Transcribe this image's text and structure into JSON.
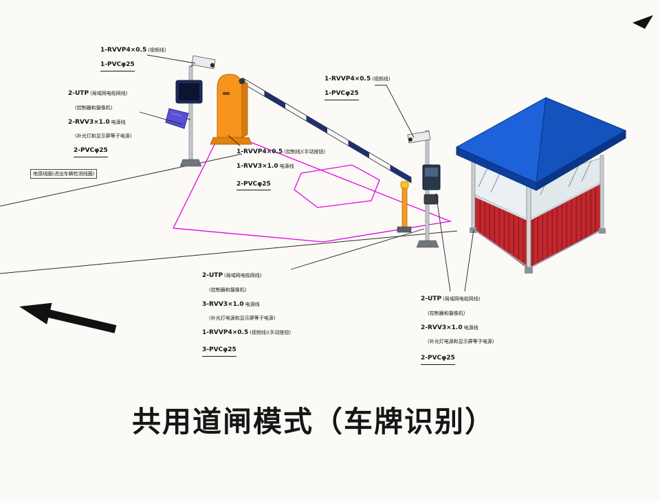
{
  "title": "共用道闸模式（车牌识别）",
  "road_label": "地感线圈(进出车辆检测线圈)",
  "colors": {
    "barrier_orange": "#F7941E",
    "roof_blue": "#1B5FD6",
    "wall_red": "#C4272E",
    "loop_magenta": "#EA00EA",
    "lamp_purple": "#5A50D8",
    "led_navy": "#1D2B5A",
    "line_black": "#1A1A1A"
  },
  "icons": {
    "direction_arrow": "direction-arrow",
    "north_arrow": "north-arrow",
    "camera_left": "cctv-camera-icon",
    "camera_right": "cctv-camera-icon",
    "flood_light": "flood-light-icon",
    "led_display": "led-display-icon"
  },
  "blocks": {
    "camLeftVideo": {
      "lines": [
        {
          "main": "1-RVVP4×0.5",
          "note": "(视频线)"
        },
        {
          "main": "1-PVCφ25",
          "note": ""
        }
      ]
    },
    "camLeftPower": {
      "lines": [
        {
          "main": "2-UTP",
          "note": "(局域网电缆网线)"
        },
        {
          "main": "",
          "note": "(控制器和摄像机)"
        },
        {
          "main": "2-RVV3×1.0",
          "note": "电源线"
        },
        {
          "main": "",
          "note": "(补光灯和显示屏等子电源)"
        },
        {
          "main": "2-PVCφ25",
          "note": ""
        }
      ]
    },
    "barrierMid": {
      "lines": [
        {
          "main": "1-RVVP4×0.5",
          "note": "(控制线)(手动按钮)"
        },
        {
          "main": "1-RVV3×1.0",
          "note": "电源线"
        },
        {
          "main": "2-PVCφ25",
          "note": ""
        }
      ]
    },
    "camRightVideo": {
      "lines": [
        {
          "main": "1-RVVP4×0.5",
          "note": "(视频线)"
        },
        {
          "main": "1-PVCφ25",
          "note": ""
        }
      ]
    },
    "bottomMid": {
      "lines": [
        {
          "main": "2-UTP",
          "note": "(局域网电缆网线)"
        },
        {
          "main": "",
          "note": "(控制器和摄像机)"
        },
        {
          "main": "3-RVV3×1.0",
          "note": "电源线"
        },
        {
          "main": "",
          "note": "(补光灯电源和显示屏等子电源)"
        },
        {
          "main": "1-RVVP4×0.5",
          "note": "(视频线)(手动按钮)"
        },
        {
          "main": "3-PVCφ25",
          "note": ""
        }
      ]
    },
    "boothPower": {
      "lines": [
        {
          "main": "2-UTP",
          "note": "(局域网电缆网线)"
        },
        {
          "main": "",
          "note": "(控制器和摄像机)"
        },
        {
          "main": "2-RVV3×1.0",
          "note": "电源线"
        },
        {
          "main": "",
          "note": "(补光灯电源和显示屏等子电源)"
        },
        {
          "main": "2-PVCφ25",
          "note": ""
        }
      ]
    }
  }
}
